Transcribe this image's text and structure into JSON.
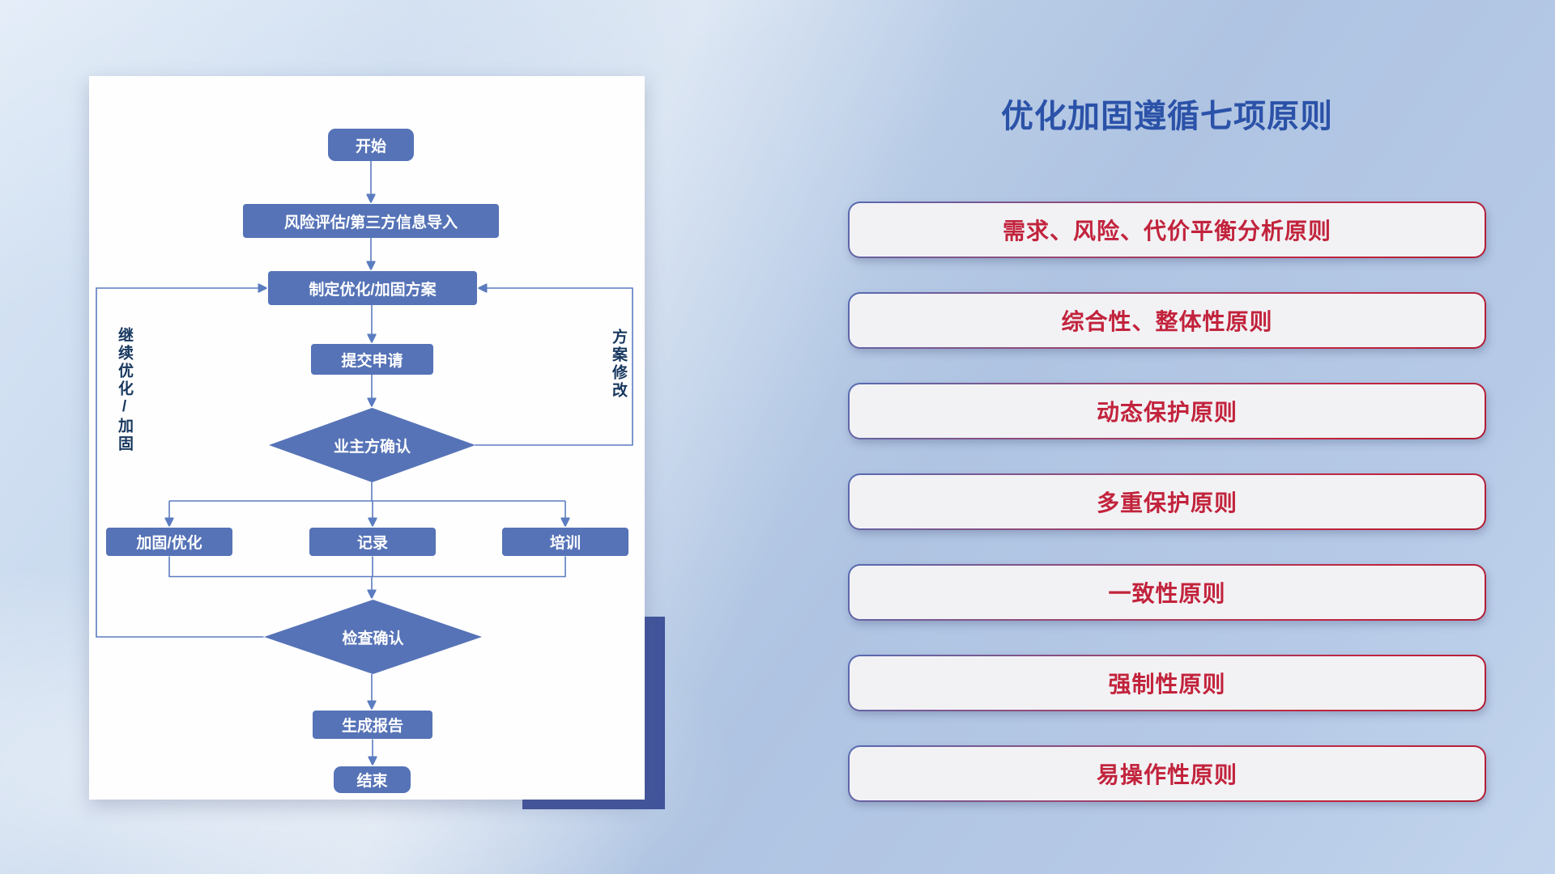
{
  "slide": {
    "title": "优化加固遵循七项原则"
  },
  "flowchart": {
    "nodes": {
      "start": "开始",
      "risk_import": "风险评估/第三方信息导入",
      "make_plan": "制定优化/加固方案",
      "submit": "提交申请",
      "owner_confirm": "业主方确认",
      "reinforce": "加固/优化",
      "record": "记录",
      "training": "培训",
      "check_confirm": "检查确认",
      "report": "生成报告",
      "end": "结束"
    },
    "edge_labels": {
      "continue_loop": "继续优化/加固",
      "plan_revise": "方案修改"
    }
  },
  "principles": [
    "需求、风险、代价平衡分析原则",
    "综合性、整体性原则",
    "动态保护原则",
    "多重保护原则",
    "一致性原则",
    "强制性原则",
    "易操作性原则"
  ],
  "colors": {
    "node_fill": "#5673B7",
    "connector": "#5B7CC0",
    "title_blue": "#2B52A8",
    "principle_red": "#C2233C",
    "accent_rect": "#42549C",
    "side_label": "#17375E"
  }
}
